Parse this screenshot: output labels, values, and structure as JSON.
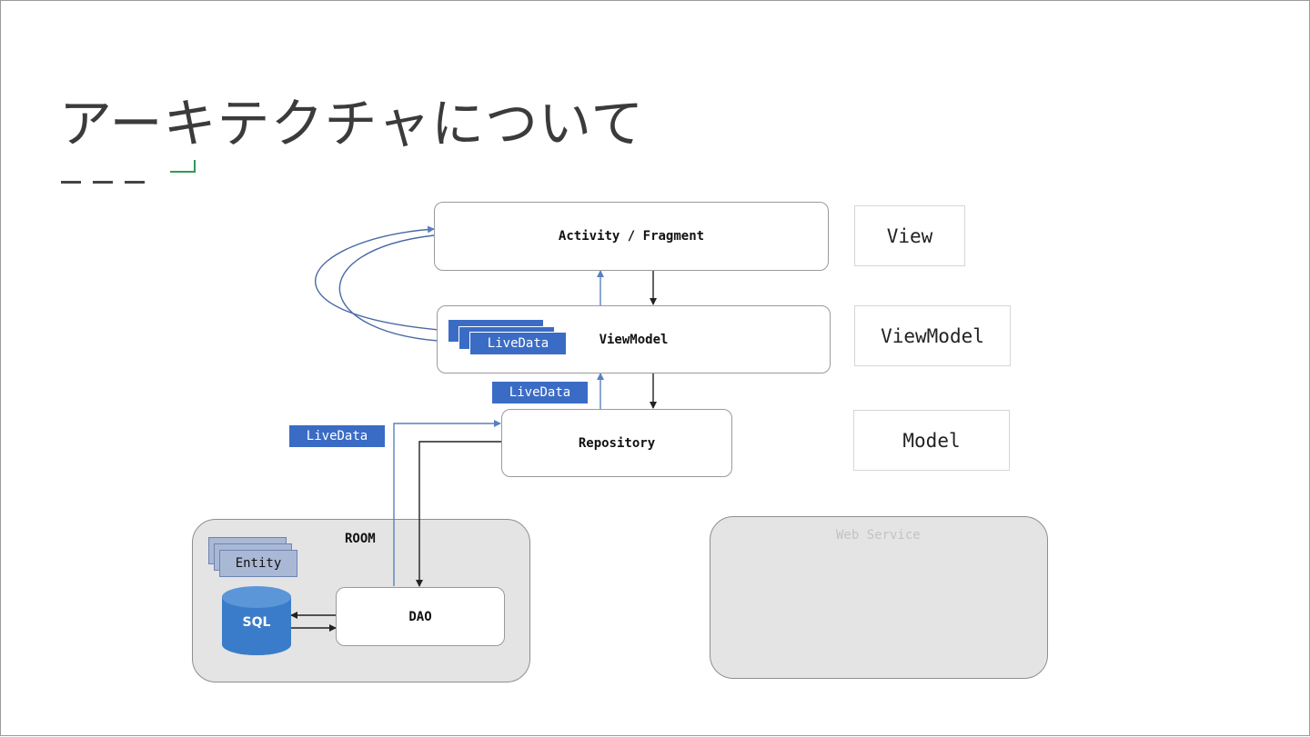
{
  "slide": {
    "title": "アーキテクチャについて"
  },
  "diagram": {
    "components": {
      "activity_fragment": "Activity / Fragment",
      "viewmodel": "ViewModel",
      "repository": "Repository",
      "dao": "DAO",
      "sql": "SQL",
      "entity": "Entity"
    },
    "livedata_tags": {
      "viewmodel_stack": "LiveData",
      "repository_to_viewmodel": "LiveData",
      "dao_to_repository": "LiveData"
    },
    "groups": {
      "room": "ROOM",
      "web_service": "Web Service"
    },
    "layers": {
      "view": "View",
      "viewmodel": "ViewModel",
      "model": "Model"
    },
    "colors": {
      "livedata_blue": "#3b6cc5",
      "sql_blue": "#3a7cc9",
      "entity_fill": "#a9b8d4",
      "group_fill": "#e4e4e4",
      "accent_green": "#2e9a5a"
    }
  }
}
